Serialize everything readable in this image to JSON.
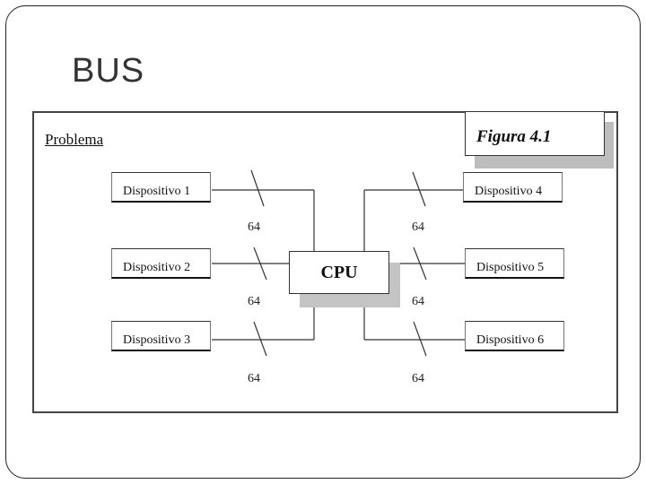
{
  "slide": {
    "title": "BUS"
  },
  "figure": {
    "heading": "Problema",
    "label": "Figura 4.1",
    "cpu_label": "CPU",
    "devices": [
      "Dispositivo 1",
      "Dispositivo 2",
      "Dispositivo 3",
      "Dispositivo 4",
      "Dispositivo 5",
      "Dispositivo 6"
    ],
    "bus_widths": [
      "64",
      "64",
      "64",
      "64",
      "64",
      "64"
    ]
  }
}
